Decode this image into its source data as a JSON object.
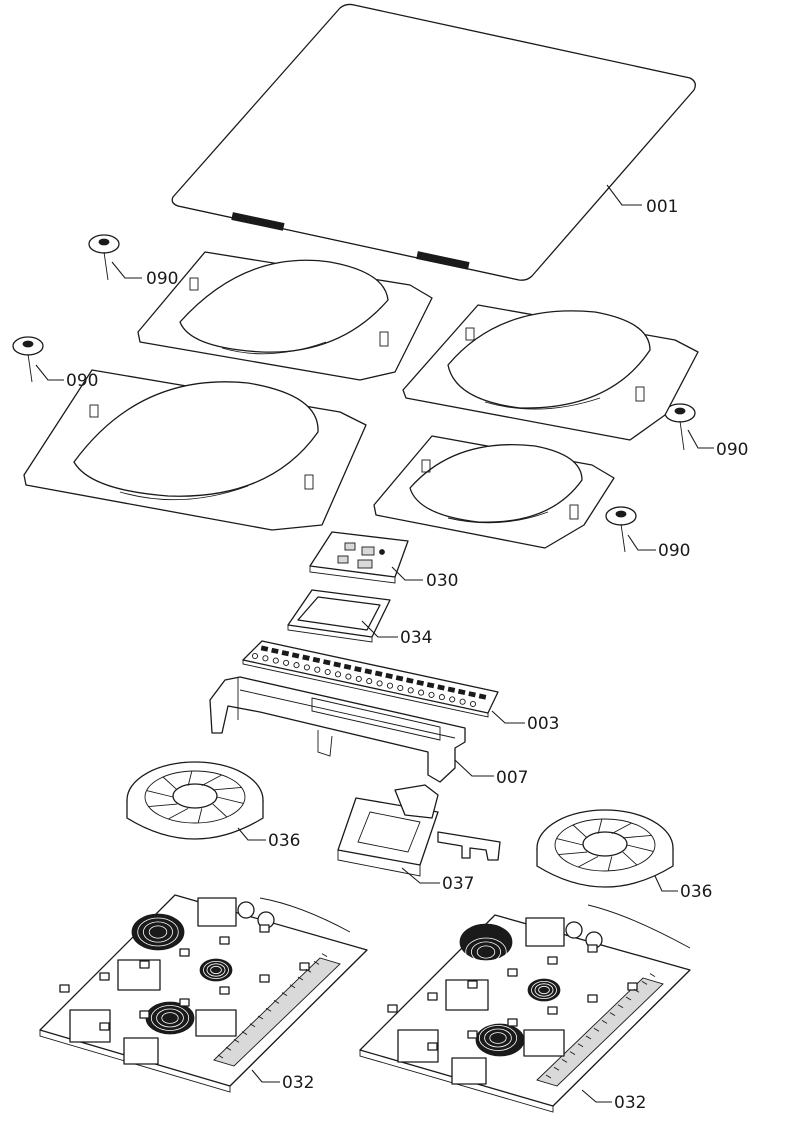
{
  "callouts": {
    "glass_top": "001",
    "pad_top_left": "090",
    "pad_mid_left": "090",
    "pad_right_upper": "090",
    "pad_right_lower": "090",
    "keyboard": "030",
    "keyboard_frame": "034",
    "touch_board": "003",
    "support": "007",
    "fan_left": "036",
    "fan_right": "036",
    "sensor_box": "037",
    "power_board_left": "032",
    "power_board_right": "032"
  }
}
